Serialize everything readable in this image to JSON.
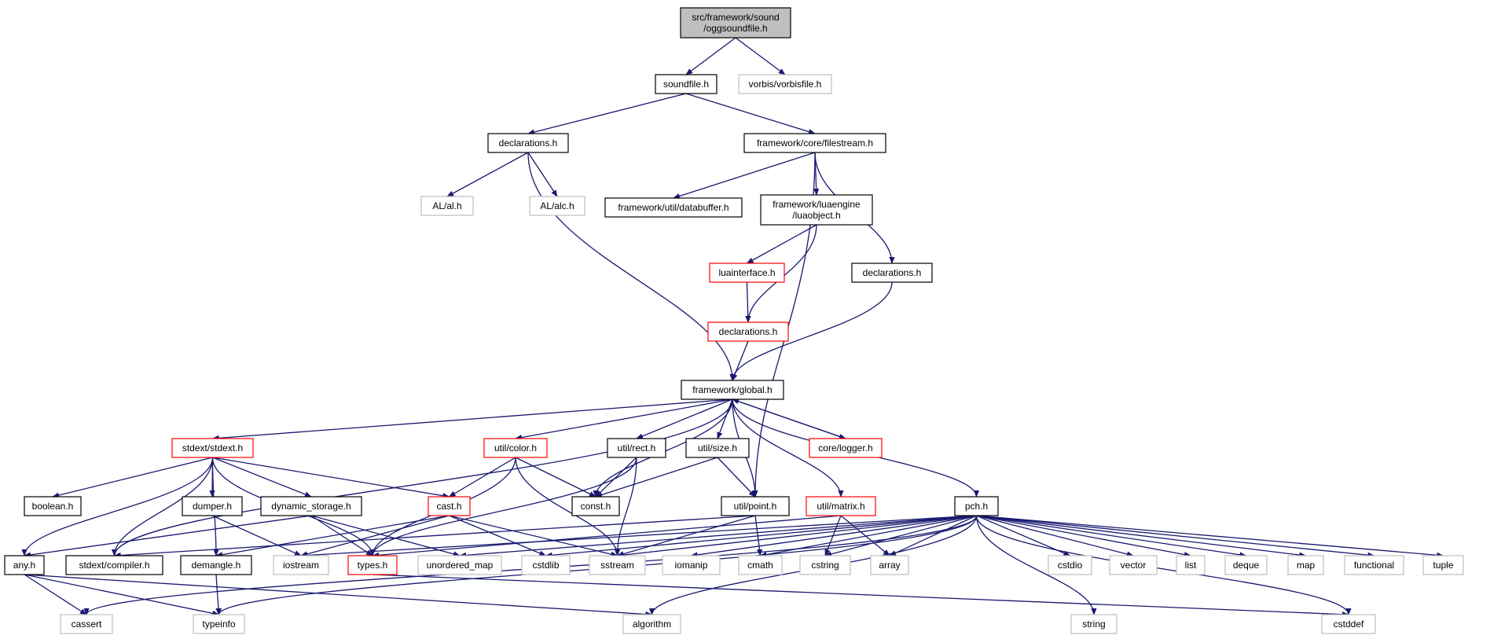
{
  "colors": {
    "edge": "#191970",
    "root_fill": "#bfbfbf",
    "border_normal": "#000000",
    "border_truncated": "#ff0000",
    "border_external": "#bfbfbf",
    "fill": "#ffffff"
  },
  "nodes": {
    "root": {
      "lines": [
        "src/framework/sound",
        "/oggsoundfile.h"
      ],
      "kind": "root"
    },
    "soundfile": {
      "lines": [
        "soundfile.h"
      ],
      "kind": "normal"
    },
    "vorbisfile": {
      "lines": [
        "vorbis/vorbisfile.h"
      ],
      "kind": "external"
    },
    "declarations1": {
      "lines": [
        "declarations.h"
      ],
      "kind": "normal"
    },
    "filestream": {
      "lines": [
        "framework/core/filestream.h"
      ],
      "kind": "normal"
    },
    "al": {
      "lines": [
        "AL/al.h"
      ],
      "kind": "external"
    },
    "alc": {
      "lines": [
        "AL/alc.h"
      ],
      "kind": "external"
    },
    "databuffer": {
      "lines": [
        "framework/util/databuffer.h"
      ],
      "kind": "normal"
    },
    "luaobject": {
      "lines": [
        "framework/luaengine",
        "/luaobject.h"
      ],
      "kind": "normal"
    },
    "luainterface": {
      "lines": [
        "luainterface.h"
      ],
      "kind": "truncated"
    },
    "declarations2": {
      "lines": [
        "declarations.h"
      ],
      "kind": "normal"
    },
    "declarations3": {
      "lines": [
        "declarations.h"
      ],
      "kind": "truncated"
    },
    "global": {
      "lines": [
        "framework/global.h"
      ],
      "kind": "normal"
    },
    "stdext": {
      "lines": [
        "stdext/stdext.h"
      ],
      "kind": "truncated"
    },
    "color": {
      "lines": [
        "util/color.h"
      ],
      "kind": "truncated"
    },
    "rect": {
      "lines": [
        "util/rect.h"
      ],
      "kind": "normal"
    },
    "size": {
      "lines": [
        "util/size.h"
      ],
      "kind": "normal"
    },
    "logger": {
      "lines": [
        "core/logger.h"
      ],
      "kind": "truncated"
    },
    "boolean": {
      "lines": [
        "boolean.h"
      ],
      "kind": "normal"
    },
    "dumper": {
      "lines": [
        "dumper.h"
      ],
      "kind": "normal"
    },
    "dynstorage": {
      "lines": [
        "dynamic_storage.h"
      ],
      "kind": "normal"
    },
    "cast": {
      "lines": [
        "cast.h"
      ],
      "kind": "truncated"
    },
    "const": {
      "lines": [
        "const.h"
      ],
      "kind": "normal"
    },
    "point": {
      "lines": [
        "util/point.h"
      ],
      "kind": "normal"
    },
    "matrix": {
      "lines": [
        "util/matrix.h"
      ],
      "kind": "truncated"
    },
    "pch": {
      "lines": [
        "pch.h"
      ],
      "kind": "normal"
    },
    "any": {
      "lines": [
        "any.h"
      ],
      "kind": "normal"
    },
    "compiler": {
      "lines": [
        "stdext/compiler.h"
      ],
      "kind": "normal"
    },
    "demangle": {
      "lines": [
        "demangle.h"
      ],
      "kind": "normal"
    },
    "iostream": {
      "lines": [
        "iostream"
      ],
      "kind": "external"
    },
    "types": {
      "lines": [
        "types.h"
      ],
      "kind": "truncated"
    },
    "unordered_map": {
      "lines": [
        "unordered_map"
      ],
      "kind": "external"
    },
    "cstdlib": {
      "lines": [
        "cstdlib"
      ],
      "kind": "external"
    },
    "sstream": {
      "lines": [
        "sstream"
      ],
      "kind": "external"
    },
    "iomanip": {
      "lines": [
        "iomanip"
      ],
      "kind": "external"
    },
    "cmath": {
      "lines": [
        "cmath"
      ],
      "kind": "external"
    },
    "cstring": {
      "lines": [
        "cstring"
      ],
      "kind": "external"
    },
    "array": {
      "lines": [
        "array"
      ],
      "kind": "external"
    },
    "cstdio": {
      "lines": [
        "cstdio"
      ],
      "kind": "external"
    },
    "vector": {
      "lines": [
        "vector"
      ],
      "kind": "external"
    },
    "list": {
      "lines": [
        "list"
      ],
      "kind": "external"
    },
    "deque": {
      "lines": [
        "deque"
      ],
      "kind": "external"
    },
    "map": {
      "lines": [
        "map"
      ],
      "kind": "external"
    },
    "functional": {
      "lines": [
        "functional"
      ],
      "kind": "external"
    },
    "tuple": {
      "lines": [
        "tuple"
      ],
      "kind": "external"
    },
    "cassert": {
      "lines": [
        "cassert"
      ],
      "kind": "external"
    },
    "typeinfo": {
      "lines": [
        "typeinfo"
      ],
      "kind": "external"
    },
    "algorithm": {
      "lines": [
        "algorithm"
      ],
      "kind": "external"
    },
    "string": {
      "lines": [
        "string"
      ],
      "kind": "external"
    },
    "cstddef": {
      "lines": [
        "cstddef"
      ],
      "kind": "external"
    }
  },
  "edges": [
    [
      "root",
      "soundfile"
    ],
    [
      "root",
      "vorbisfile"
    ],
    [
      "soundfile",
      "declarations1"
    ],
    [
      "soundfile",
      "filestream"
    ],
    [
      "declarations1",
      "al"
    ],
    [
      "declarations1",
      "alc"
    ],
    [
      "declarations1",
      "global"
    ],
    [
      "filestream",
      "databuffer"
    ],
    [
      "filestream",
      "luaobject"
    ],
    [
      "filestream",
      "declarations2"
    ],
    [
      "filestream",
      "point"
    ],
    [
      "luaobject",
      "luainterface"
    ],
    [
      "luaobject",
      "declarations3"
    ],
    [
      "luainterface",
      "declarations3"
    ],
    [
      "declarations3",
      "global"
    ],
    [
      "declarations2",
      "global"
    ],
    [
      "global",
      "stdext"
    ],
    [
      "global",
      "color"
    ],
    [
      "global",
      "rect"
    ],
    [
      "global",
      "size"
    ],
    [
      "global",
      "logger"
    ],
    [
      "global",
      "const"
    ],
    [
      "global",
      "point"
    ],
    [
      "global",
      "matrix"
    ],
    [
      "global",
      "pch"
    ],
    [
      "global",
      "compiler"
    ],
    [
      "logger",
      "global"
    ],
    [
      "stdext",
      "any"
    ],
    [
      "stdext",
      "boolean"
    ],
    [
      "stdext",
      "dumper"
    ],
    [
      "stdext",
      "dynstorage"
    ],
    [
      "stdext",
      "cast"
    ],
    [
      "stdext",
      "compiler"
    ],
    [
      "stdext",
      "demangle"
    ],
    [
      "stdext",
      "types"
    ],
    [
      "color",
      "cast"
    ],
    [
      "color",
      "const"
    ],
    [
      "color",
      "types"
    ],
    [
      "color",
      "sstream"
    ],
    [
      "rect",
      "const"
    ],
    [
      "rect",
      "types"
    ],
    [
      "rect",
      "sstream"
    ],
    [
      "size",
      "const"
    ],
    [
      "size",
      "point"
    ],
    [
      "dumper",
      "iostream"
    ],
    [
      "dynstorage",
      "any"
    ],
    [
      "dynstorage",
      "types"
    ],
    [
      "dynstorage",
      "unordered_map"
    ],
    [
      "cast",
      "demangle"
    ],
    [
      "cast",
      "iostream"
    ],
    [
      "cast",
      "cstdlib"
    ],
    [
      "cast",
      "sstream"
    ],
    [
      "point",
      "compiler"
    ],
    [
      "point",
      "sstream"
    ],
    [
      "point",
      "cmath"
    ],
    [
      "matrix",
      "types"
    ],
    [
      "matrix",
      "cstring"
    ],
    [
      "matrix",
      "array"
    ],
    [
      "pch",
      "cassert"
    ],
    [
      "pch",
      "typeinfo"
    ],
    [
      "pch",
      "algorithm"
    ],
    [
      "pch",
      "string"
    ],
    [
      "pch",
      "cstddef"
    ],
    [
      "pch",
      "iostream"
    ],
    [
      "pch",
      "unordered_map"
    ],
    [
      "pch",
      "cstdlib"
    ],
    [
      "pch",
      "sstream"
    ],
    [
      "pch",
      "iomanip"
    ],
    [
      "pch",
      "cmath"
    ],
    [
      "pch",
      "cstring"
    ],
    [
      "pch",
      "array"
    ],
    [
      "pch",
      "cstdio"
    ],
    [
      "pch",
      "vector"
    ],
    [
      "pch",
      "list"
    ],
    [
      "pch",
      "deque"
    ],
    [
      "pch",
      "map"
    ],
    [
      "pch",
      "functional"
    ],
    [
      "pch",
      "tuple"
    ],
    [
      "any",
      "cassert"
    ],
    [
      "any",
      "typeinfo"
    ],
    [
      "any",
      "algorithm"
    ],
    [
      "demangle",
      "typeinfo"
    ],
    [
      "types",
      "cstddef"
    ]
  ]
}
